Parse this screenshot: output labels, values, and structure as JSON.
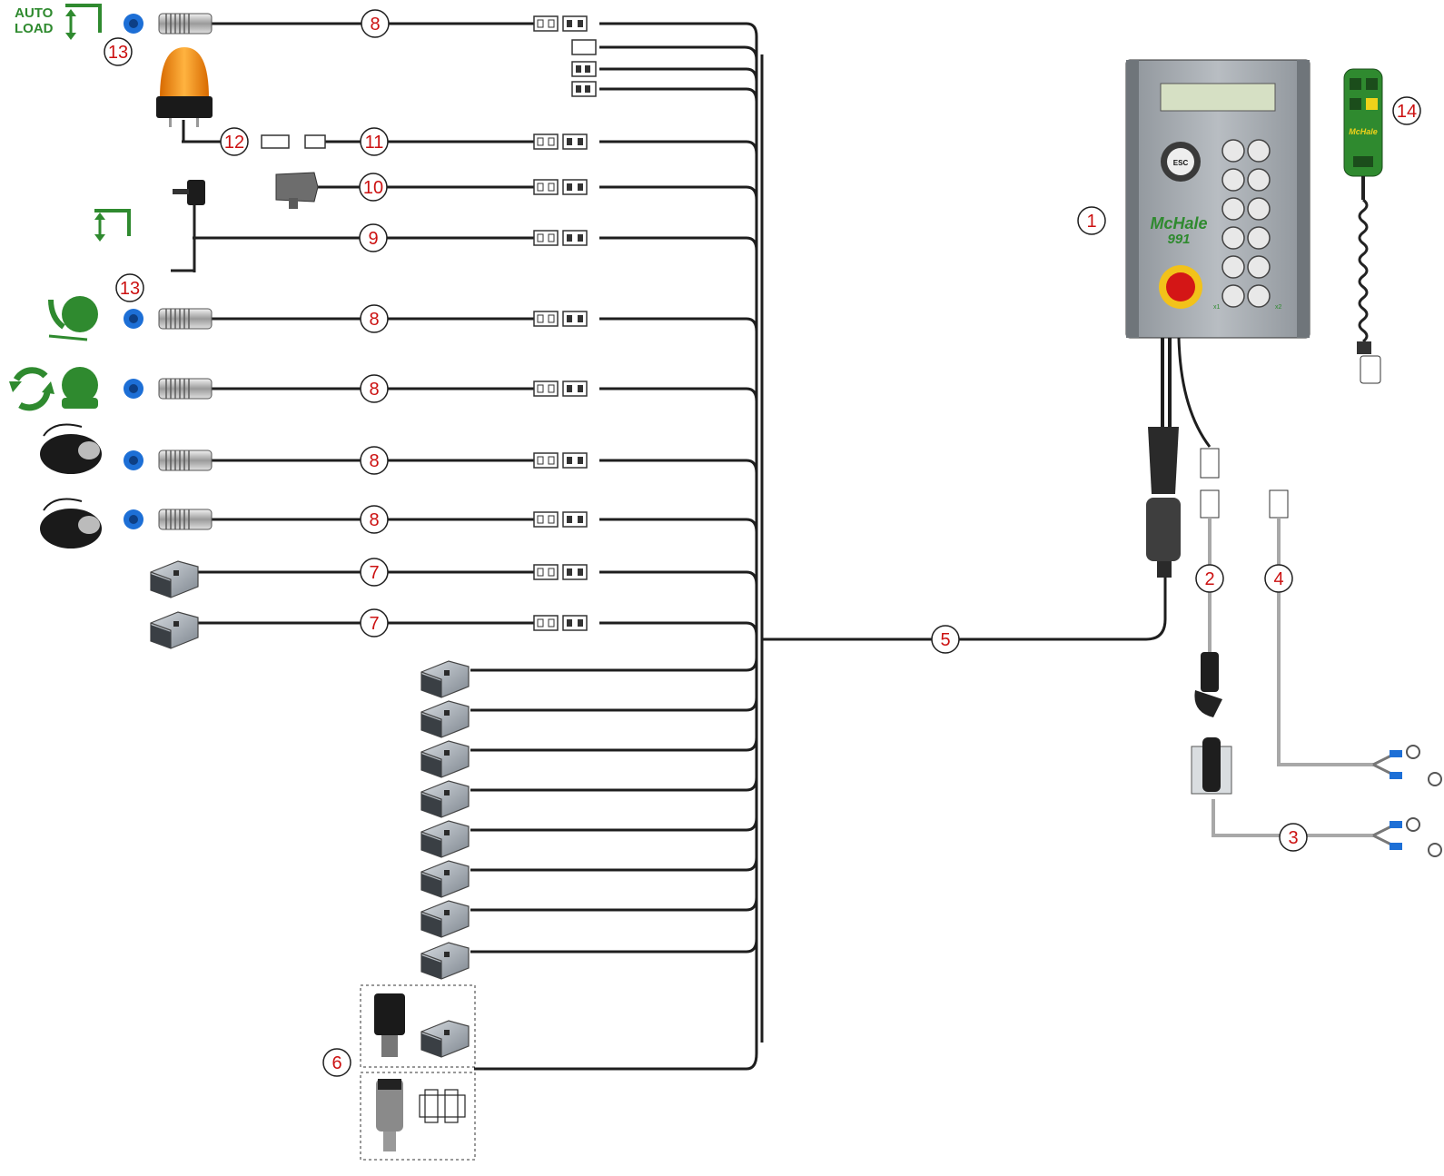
{
  "autoload": {
    "line1": "AUTO",
    "line2": "LOAD"
  },
  "controller": {
    "brand": "McHale",
    "model": "991",
    "esc_label": "ESC",
    "x1_label": "x1",
    "x2_label": "x2"
  },
  "handset": {
    "brand": "McHale"
  },
  "callouts": {
    "c1": "1",
    "c2": "2",
    "c3": "3",
    "c4": "4",
    "c5": "5",
    "c6": "6",
    "c7": "7",
    "c8": "8",
    "c9": "9",
    "c10": "10",
    "c11": "11",
    "c12": "12",
    "c13": "13",
    "c14": "14"
  },
  "colors": {
    "cable": "#1e1e1e",
    "power_cable": "#a8a8a8",
    "callout": "#cc1111",
    "icon_green": "#2f8a2f",
    "sensor_blue": "#1d6fd6",
    "beacon": "#f08a00"
  }
}
